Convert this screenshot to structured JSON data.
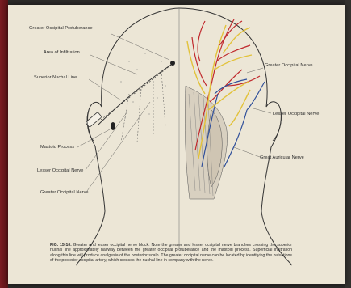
{
  "figure": {
    "labels_left": {
      "occipital_protuberance": "Greater Occipital Protuberance",
      "area_of_infiltration": "Area of Infiltration",
      "superior_nuchal_line": "Superior Nuchal Line",
      "mastoid_process": "Mastoid Process",
      "lesser_occipital_nerve": "Lesser Occipital Nerve",
      "greater_occipital_nerve": "Greater Occipital Nerve"
    },
    "labels_right": {
      "greater_occipital_nerve": "Greater Occipital Nerve",
      "lesser_occipital_nerve": "Lesser Occipital Nerve",
      "great_auricular_nerve": "Great Auricular Nerve"
    },
    "caption_id": "FIG. 15-10.",
    "caption_text": "Greater and lesser occipital nerve block. Note the greater and lesser occipital nerve branches crossing the superior nuchal line approximately halfway between the greater occipital protuberance and the mastoid process. Superficial infiltration along this line will produce analgesia of the posterior scalp. The greater occipital nerve can be located by identifying the pulsations of the posterior occipital artery, which crosses the nuchal line in company with the nerve."
  },
  "colors": {
    "page": "#ece6d6",
    "artery": "#c0282c",
    "nerve": "#e2c23a",
    "vein": "#2f4f9a"
  }
}
